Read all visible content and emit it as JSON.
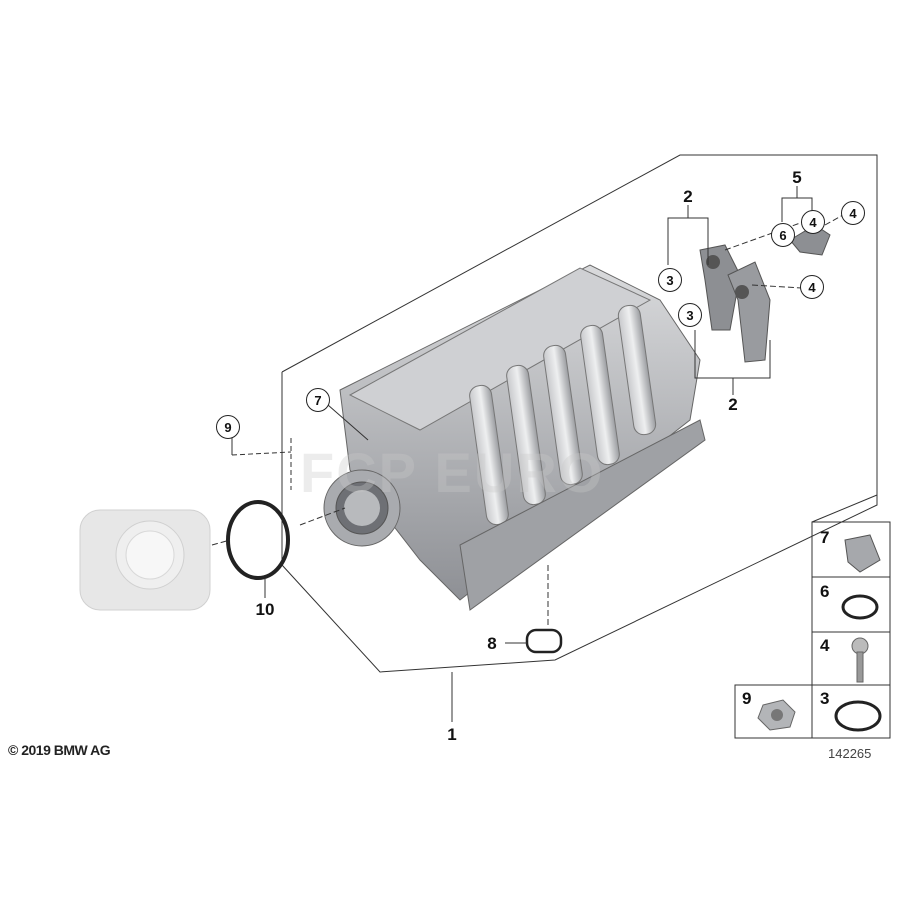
{
  "diagram": {
    "callouts_bold": {
      "a": "2",
      "b": "5",
      "c": "2",
      "d": "10",
      "e": "8",
      "f": "1"
    },
    "callouts_circled": {
      "a": "4",
      "b": "4",
      "c": "4",
      "d": "3",
      "e": "3",
      "f": "6",
      "g": "7",
      "h": "9"
    },
    "legend": {
      "r1": "7",
      "r2": "6",
      "r3": "4",
      "r4": "3",
      "r5": "9"
    },
    "copyright": "© 2019 BMW AG",
    "diagram_number": "142265",
    "watermark": "FCP EURO"
  }
}
